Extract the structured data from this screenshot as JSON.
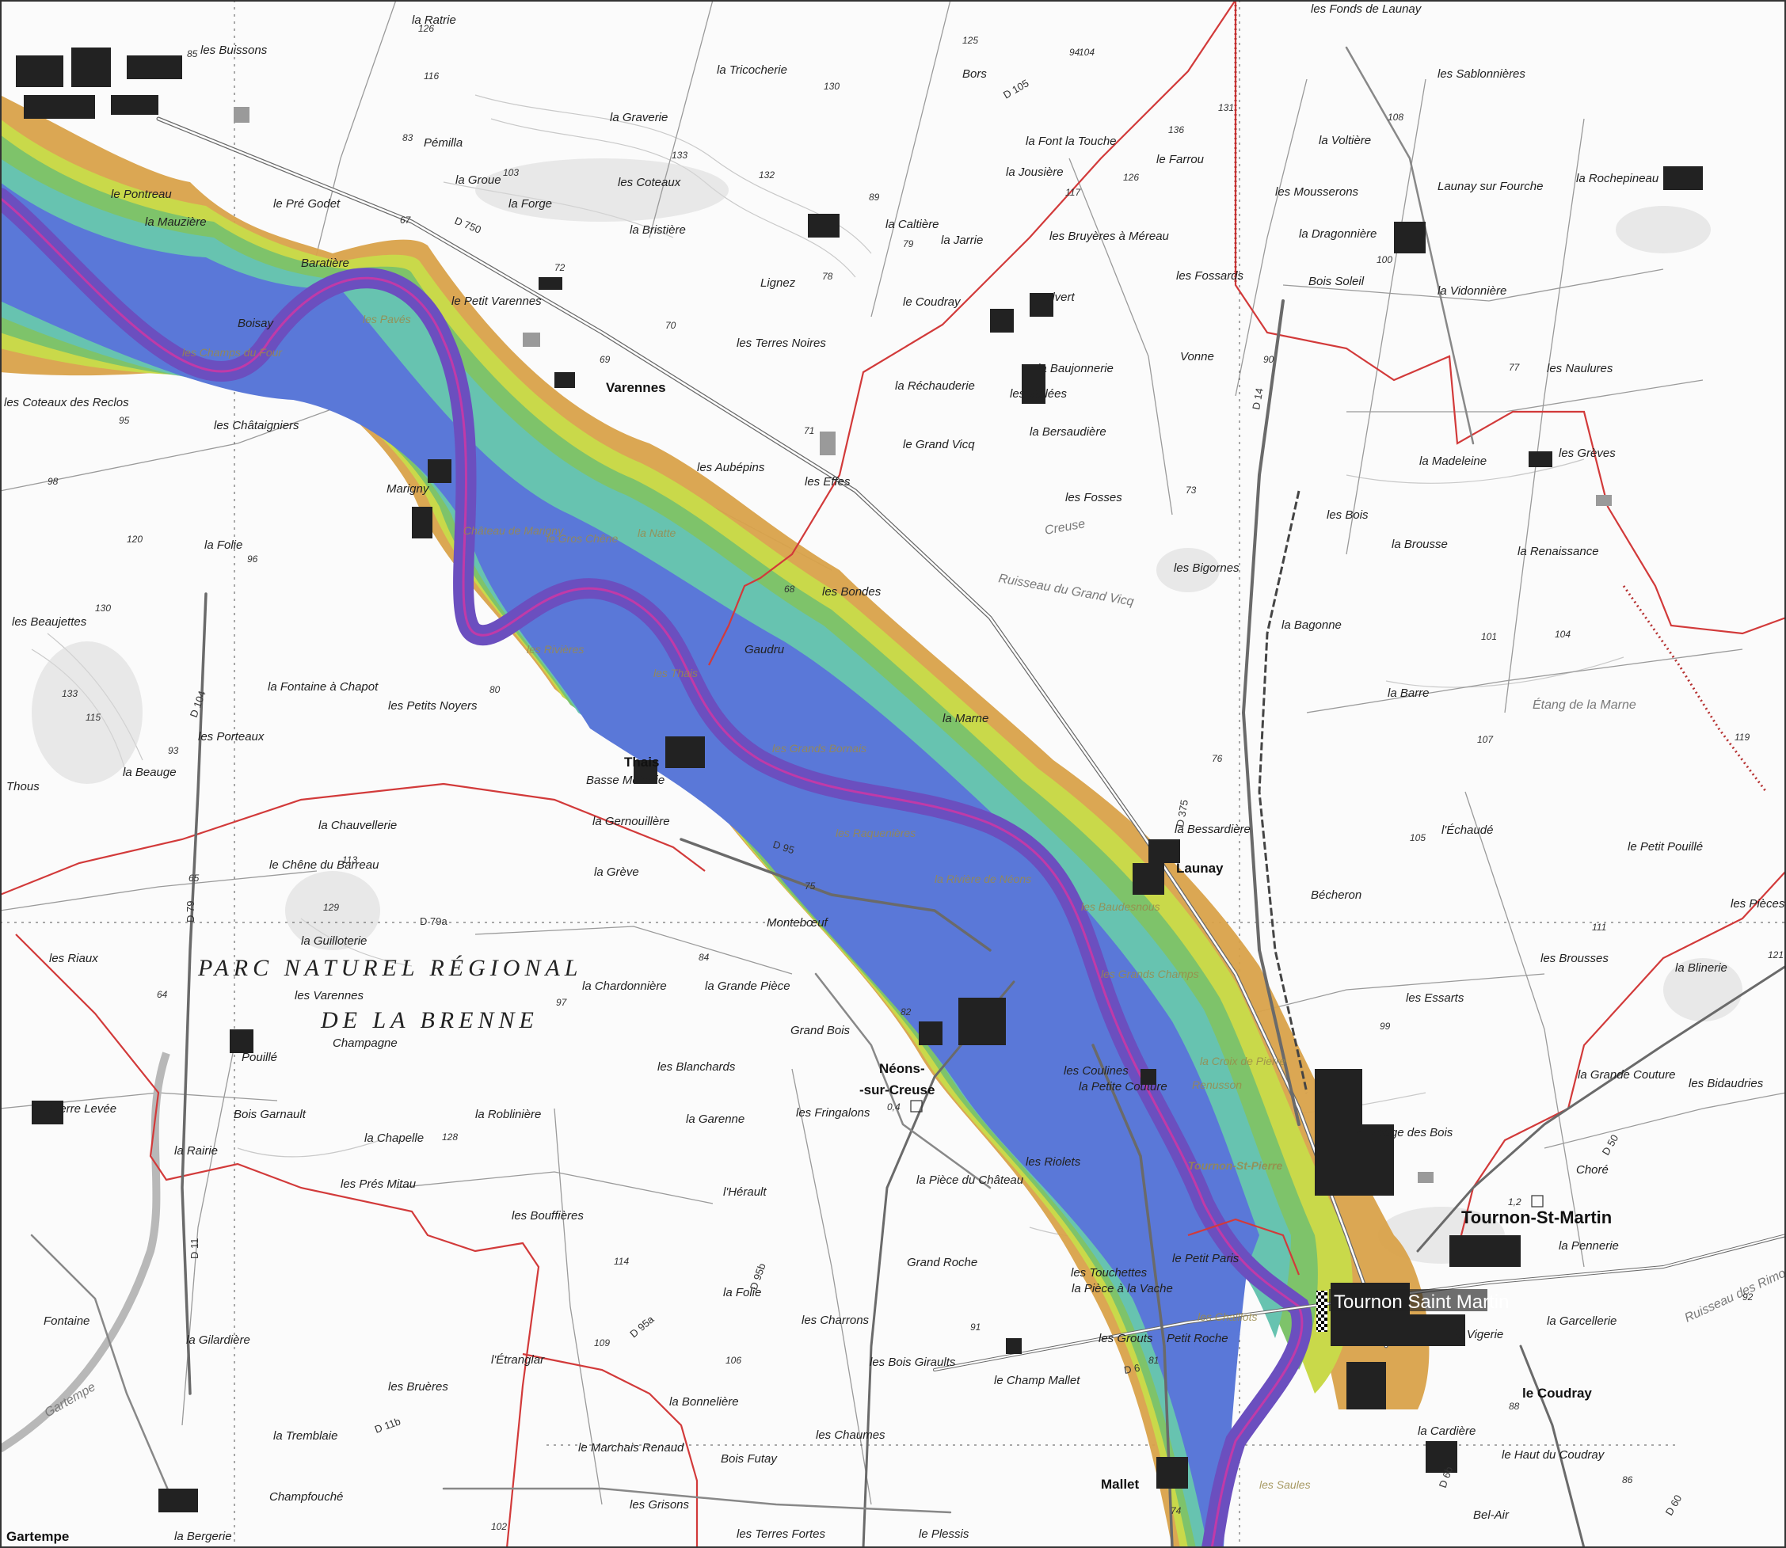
{
  "map": {
    "park_title": [
      "PARC NATUREL RÉGIONAL",
      "DE LA BRENNE"
    ],
    "town_major": "Tournon-St-Martin",
    "town_marker": "Tournon Saint Martin",
    "towns_bold": [
      "Varennes",
      "Thais",
      "Néons-",
      "-sur-Creuse",
      "Launay",
      "le Coudray",
      "Mallet",
      "Gartempe"
    ],
    "places": [
      "les Buissons",
      "la Ratrie",
      "la Tricocherie",
      "Bors",
      "les Fonds de Launay",
      "les Sablonnières",
      "le Pontreau",
      "la Graverie",
      "Pémilla",
      "les Coteaux",
      "la Groue",
      "la Forge",
      "la Bristière",
      "le Pré Godet",
      "la Mauzière",
      "la Font la Touche",
      "la Jousière",
      "le Farrou",
      "la Voltière",
      "Launay sur Fourche",
      "les Mousserons",
      "la Rochepineau",
      "la Caltière",
      "la Jarrie",
      "Lignez",
      "les Bruyères à Méreau",
      "la Dragonnière",
      "Bois Soleil",
      "la Vidonnière",
      "les Fossards",
      "le Coudray",
      "Salvert",
      "Baratière",
      "Boisay",
      "le Petit Varennes",
      "les Terres Noires",
      "les Coteaux des Reclos",
      "la Baujonnerie",
      "les Vallées",
      "la Réchauderie",
      "la Bersaudière",
      "Vonne",
      "les Naulures",
      "les Châtaigniers",
      "le Grand Vicq",
      "les Aubépins",
      "les Effes",
      "les Fosses",
      "la Madeleine",
      "les Grèves",
      "Marigny",
      "les Bois",
      "la Brousse",
      "la Renaissance",
      "les Bigornes",
      "la Folie",
      "les Bondes",
      "Gaudru",
      "la Bagonne",
      "les Beaujettes",
      "la Fontaine à Chapot",
      "la Barre",
      "la Marne",
      "les Petits Noyers",
      "les Porteaux",
      "la Beauge",
      "Thous",
      "Basse Métairie",
      "la Gernouillère",
      "la Chauvellerie",
      "le Chêne du Barreau",
      "la Grève",
      "la Bessardière",
      "l'Échaudé",
      "le Petit Pouillé",
      "les Pièces de Bécheron",
      "Bécheron",
      "la Guilloterie",
      "Montebœuf",
      "la Grande Pièce",
      "les Riaux",
      "les Varennes",
      "la Chardonnière",
      "les Brousses",
      "la Blinerie",
      "les Essarts",
      "Pouillé",
      "Champagne",
      "Grand Bois",
      "les Blanchards",
      "les Coulines",
      "la Petite Couture",
      "la Grande Couture",
      "les Bidaudries",
      "Pierre Levée",
      "Bois Garnault",
      "la Roblinière",
      "les Fringalons",
      "la Garenne",
      "le Village des Bois",
      "la Chapelle",
      "la Rairie",
      "les Prés Mitau",
      "l'Hérault",
      "la Pièce du Château",
      "les Riolets",
      "Choré",
      "les Bouffières",
      "la Pennerie",
      "le Petit Paris",
      "Grand Roche",
      "les Touchettes",
      "la Pièce à la Vache",
      "la Folie",
      "Fontaine",
      "la Gilardière",
      "les Charrons",
      "les Grouts",
      "Petit Roche",
      "la Vigerie",
      "la Garcellerie",
      "l'Étranglar",
      "les Bois Giraults",
      "le Champ Mallet",
      "les Bruères",
      "la Bonnelière",
      "la Cardière",
      "la Tremblaie",
      "le Marchais Renaud",
      "Bois Futay",
      "les Chaumes",
      "le Haut du Coudray",
      "Champfouché",
      "les Grisons",
      "Bel-Air",
      "la Bergerie",
      "les Terres Fortes",
      "le Plessis"
    ],
    "roads": [
      "D 750",
      "D 105",
      "D 14",
      "D 375",
      "D 95",
      "D 79",
      "D 79a",
      "D 104",
      "D 11",
      "D 11b",
      "D 95a",
      "D 95b",
      "D 6",
      "D 50",
      "D 60",
      "D 6b"
    ],
    "water": [
      "Creuse",
      "Gartempe",
      "Ruisseau du Grand Vicq",
      "Étang de la Marne",
      "Ruisseau des Rimoux"
    ],
    "flood_zones": [
      "les Pavés",
      "les Champs du Four",
      "la Natte",
      "les Rivières",
      "les Grands Bornais",
      "les Raquenières",
      "la Rivière de Néons",
      "les Baudesnous",
      "les Grands Champs",
      "la Croix de Pierre",
      "Renusson",
      "Tournon-St-Pierre",
      "les Chaillots",
      "les Saules",
      "le Gros Chêne",
      "Château de Marigny",
      "les Thais"
    ],
    "altitudes": [
      "85",
      "126",
      "125",
      "104",
      "131",
      "130",
      "133",
      "132",
      "103",
      "116",
      "83",
      "72",
      "70",
      "69",
      "67",
      "68",
      "89",
      "94",
      "79",
      "78",
      "117",
      "136",
      "126",
      "108",
      "100",
      "90",
      "77",
      "95",
      "98",
      "104",
      "120",
      "96",
      "130",
      "133",
      "115",
      "93",
      "80",
      "113",
      "129",
      "65",
      "64",
      "97",
      "128",
      "114",
      "106",
      "109",
      "75",
      "71",
      "73",
      "101",
      "105",
      "107",
      "119",
      "111",
      "121",
      "86",
      "92",
      "88",
      "74",
      "91",
      "99",
      "82",
      "84",
      "102",
      "76",
      "81"
    ],
    "scale_marks": [
      "0,4",
      "1,2"
    ],
    "colors": {
      "flood_high": "#6b4fbf",
      "flood_mid": "#5a78d8",
      "flood_teal": "#67c3b0",
      "flood_green": "#7ec36a",
      "flood_yellow": "#c9d94a",
      "flood_orange": "#d9a24a",
      "boundary_red": "#d23a3a",
      "river_magenta": "#c03aa8"
    }
  }
}
